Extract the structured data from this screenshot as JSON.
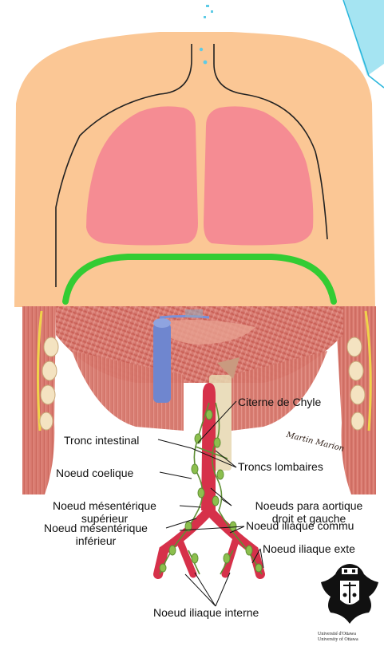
{
  "labels": {
    "citerne": "Citerne de Chyle",
    "tronc_intestinal": "Tronc intestinal",
    "troncs_lombaires": "Troncs lombaires",
    "noeud_coelique": "Noeud coelique",
    "noeud_mes_sup_1": "Noeud mésentérique",
    "noeud_mes_sup_2": "supérieur",
    "noeuds_para_1": "Noeuds para aortique",
    "noeuds_para_2": "droit et gauche",
    "noeud_mes_inf_1": "Noeud mésentérique",
    "noeud_mes_inf_2": "inférieur",
    "noeud_iliaque_commun": "Noeud iliaque commu",
    "noeud_iliaque_externe": "Noeud iliaque exte",
    "noeud_iliaque_interne": "Noeud iliaque interne"
  },
  "signature": "Martin Marion",
  "logo": {
    "caption_line1": "Université d'Ottawa",
    "caption_line2": "University of Ottawa"
  },
  "colors": {
    "skin": "#fbc795",
    "lung": "#f58c93",
    "diaphragm_line": "#33cc33",
    "muscle": "#d97c72",
    "vessel": "#d6314a",
    "lymph": "#76a542",
    "vena_cava": "#6f86cf",
    "accent_cyan": "#29b6dc"
  }
}
